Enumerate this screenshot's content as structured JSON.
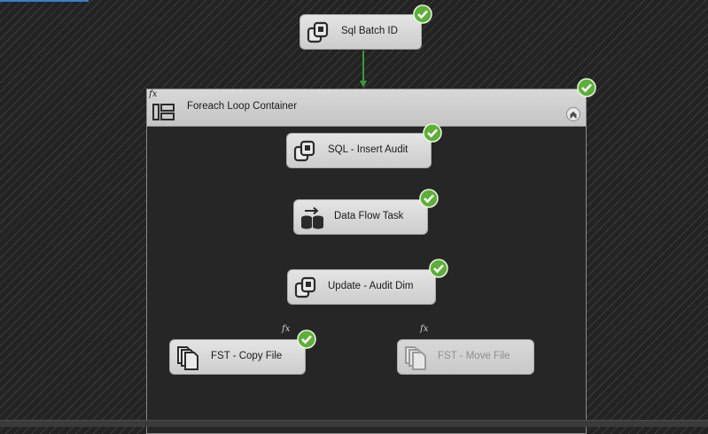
{
  "tasks": {
    "sql_batch_id": {
      "label": "Sql Batch ID",
      "status": "success"
    },
    "sql_insert_audit": {
      "label": "SQL - Insert Audit",
      "status": "success"
    },
    "data_flow_task": {
      "label": "Data Flow Task",
      "status": "success"
    },
    "update_audit_dim": {
      "label": "Update - Audit Dim",
      "status": "success"
    },
    "fst_copy_file": {
      "label": "FST - Copy File",
      "status": "success",
      "expression_marker": "fx"
    },
    "fst_move_file": {
      "label": "FST - Move File",
      "status": "disabled",
      "expression_marker": "fx"
    }
  },
  "container": {
    "title": "Foreach Loop Container",
    "status": "success",
    "expression_marker": "fx"
  },
  "colors": {
    "success": "#5fae3a",
    "precedence_arrow": "#3a9a3a",
    "task_fill": "#d8d8d8",
    "container_body": "#262626",
    "canvas_bg": "#2a2a2a"
  }
}
